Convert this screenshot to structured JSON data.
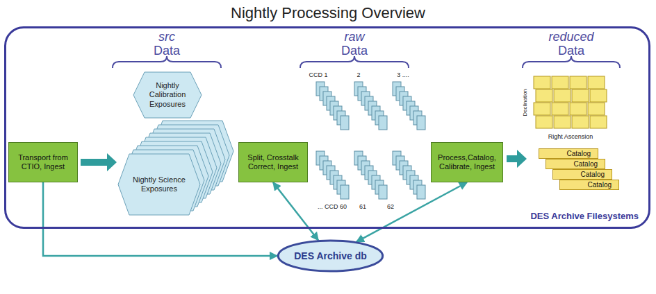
{
  "diagram": {
    "title": "Nightly Processing Overview",
    "nodes": [
      {
        "text": [
          "DES Archive Filesystems"
        ]
      },
      {
        "text": [
          "Transport from CTIO, Ingest"
        ],
        "in": 0
      },
      {
        "text": [
          "Nightly Calibration Exposures"
        ],
        "in": 0
      },
      {
        "text": [
          "Nightly Science Exposures"
        ],
        "in": 0
      },
      {
        "text": [
          "Split, Crosstalk Correct, Ingest"
        ],
        "in": 0
      },
      {
        "text": [
          "Process,Catalog, Calibrate, Ingest"
        ],
        "in": 0
      },
      {
        "text": [
          "Catalog"
        ],
        "in": 0
      },
      {
        "text": [
          "Catalog"
        ],
        "in": 0
      },
      {
        "text": [
          "Catalog"
        ],
        "in": 0
      },
      {
        "text": [
          "Catalog"
        ],
        "in": 0
      },
      {
        "text": [
          "DES Archive db"
        ]
      }
    ],
    "edges": [
      {
        "from": 1,
        "to": 3,
        "arrow": "to"
      },
      {
        "from": 1,
        "to": 10,
        "arrow": "to"
      },
      {
        "from": 4,
        "to": 10,
        "arrow": "both"
      },
      {
        "from": 5,
        "to": 10,
        "arrow": "both"
      }
    ],
    "labels": [
      "src",
      "Data",
      "raw",
      "Data",
      "reduced",
      "Data",
      "CCD 1",
      "2",
      "3 ....",
      "... CCD 60",
      "61",
      "62",
      "Declination",
      "Right Ascension"
    ]
  }
}
